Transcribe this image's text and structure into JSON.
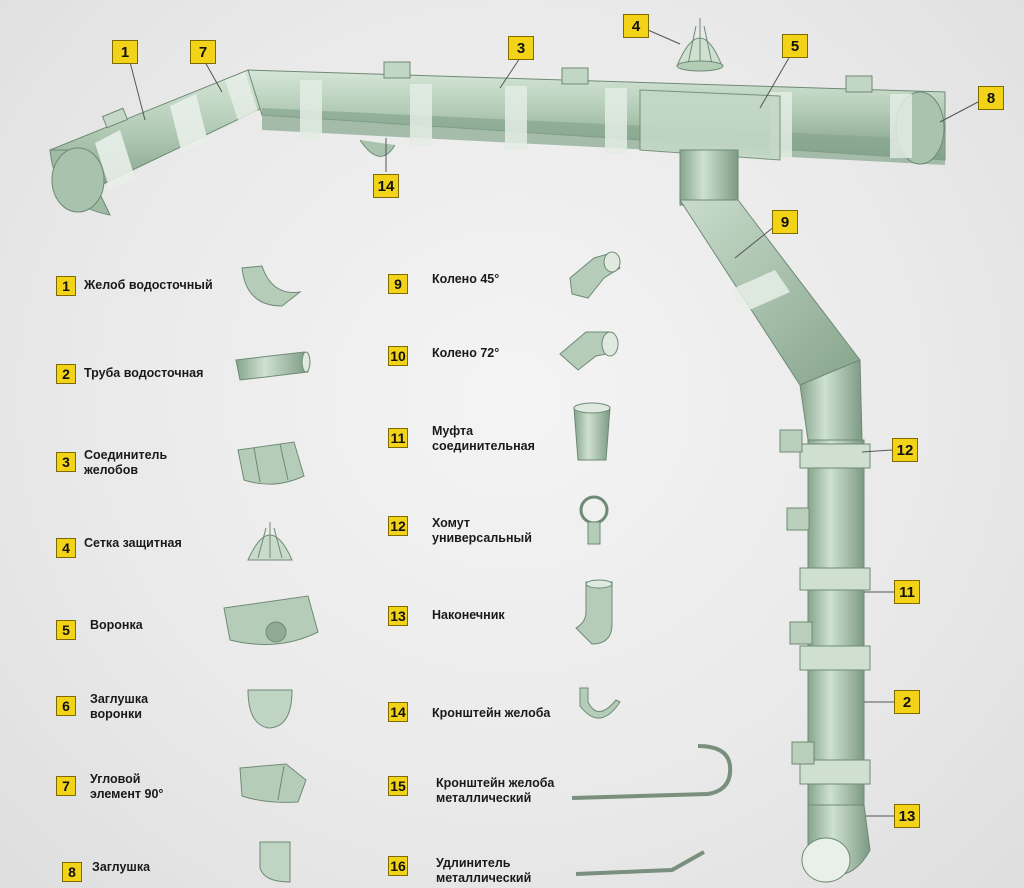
{
  "parts": [
    {
      "num": "1",
      "name": "Желоб водосточный"
    },
    {
      "num": "2",
      "name": "Труба водосточная"
    },
    {
      "num": "3",
      "name": "Соединитель",
      "name2": "желобов"
    },
    {
      "num": "4",
      "name": "Сетка защитная"
    },
    {
      "num": "5",
      "name": "Воронка"
    },
    {
      "num": "6",
      "name": "Заглушка",
      "name2": "воронки"
    },
    {
      "num": "7",
      "name": "Угловой",
      "name2": "элемент 90°"
    },
    {
      "num": "8",
      "name": "Заглушка"
    },
    {
      "num": "9",
      "name": "Колено 45°"
    },
    {
      "num": "10",
      "name": "Колено 72°"
    },
    {
      "num": "11",
      "name": "Муфта",
      "name2": "соединительная"
    },
    {
      "num": "12",
      "name": "Хомут",
      "name2": "универсальный"
    },
    {
      "num": "13",
      "name": "Наконечник"
    },
    {
      "num": "14",
      "name": "Кронштейн желоба"
    },
    {
      "num": "15",
      "name": "Кронштейн желоба",
      "name2": "металлический"
    },
    {
      "num": "16",
      "name": "Удлинитель",
      "name2": "металлический"
    }
  ],
  "callouts": {
    "c1": "1",
    "c7": "7",
    "c3": "3",
    "c4": "4",
    "c5": "5",
    "c8": "8",
    "c14": "14",
    "c9": "9",
    "c12": "12",
    "c11": "11",
    "c2": "2",
    "c13": "13"
  },
  "colors": {
    "part": "#b5cdb8",
    "part_dark": "#7e9c84",
    "badge": "#f2d317"
  }
}
